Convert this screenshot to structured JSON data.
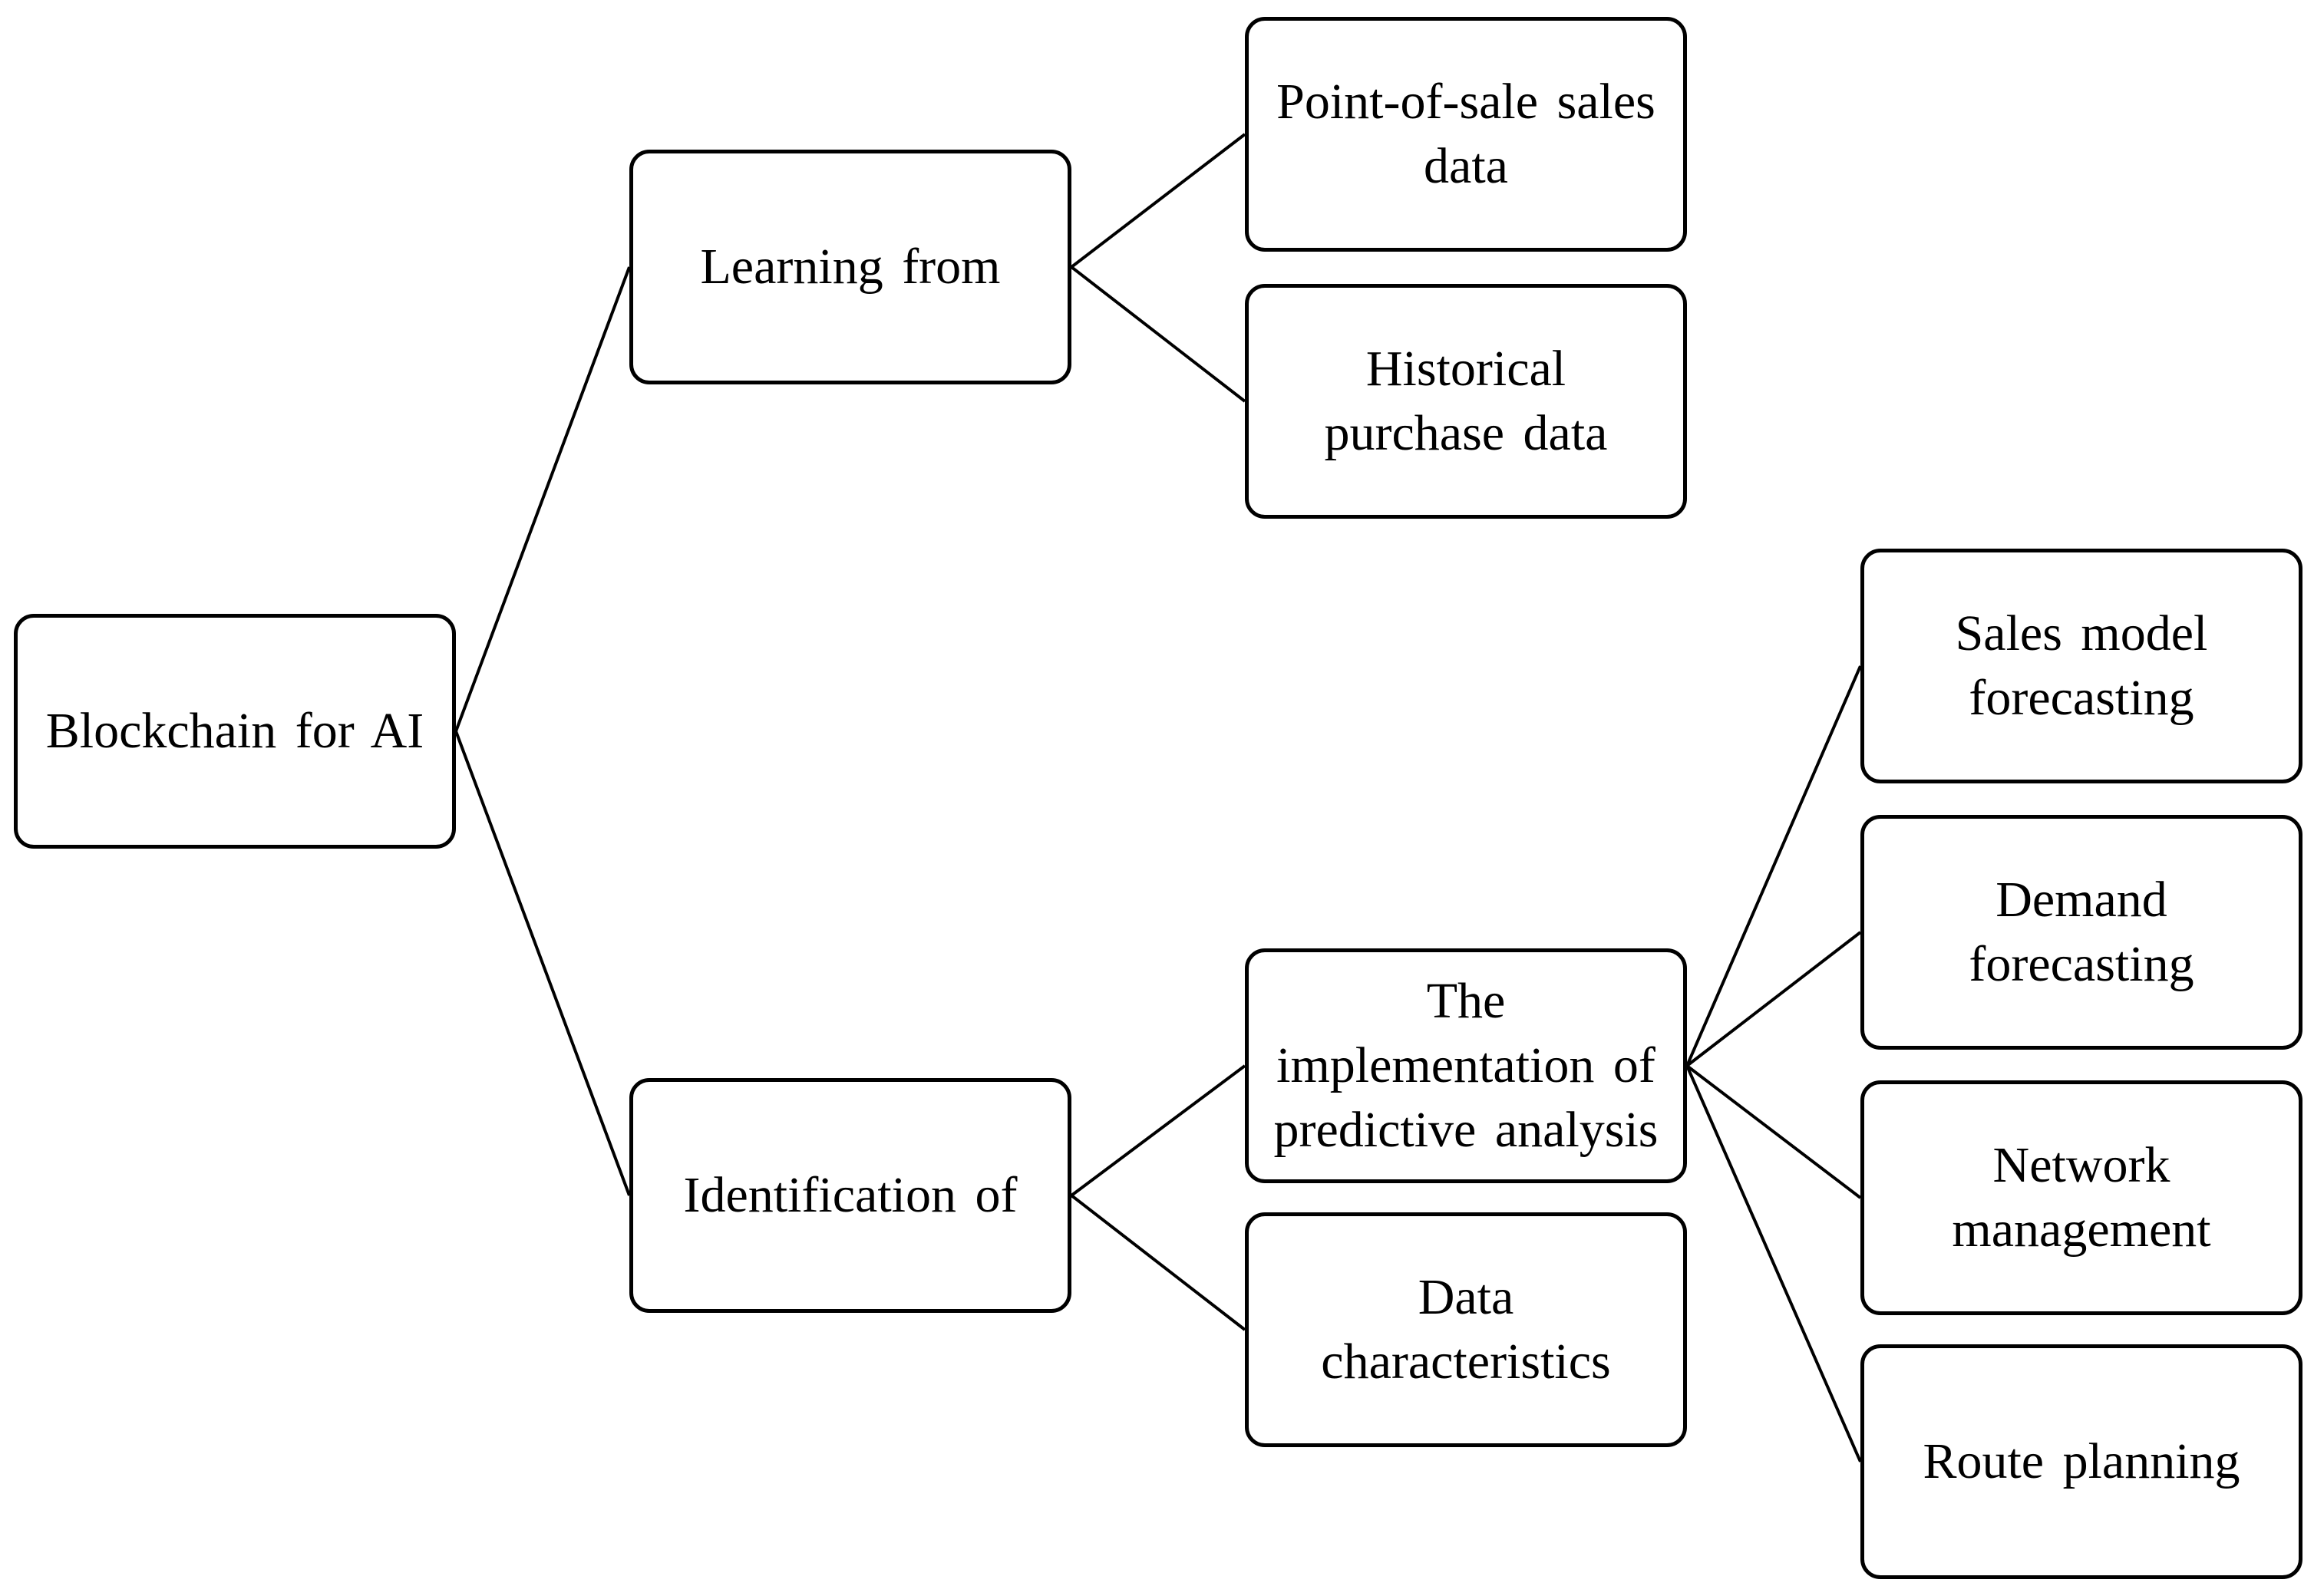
{
  "diagram": {
    "nodes": {
      "root": "Blockchain for AI",
      "learning_from": "Learning from",
      "identification_of": "Identification of",
      "pos_sales_data": "Point-of-sale sales\ndata",
      "historical_purchase_data": "Historical\npurchase data",
      "implementation_predictive": "The\nimplementation of\npredictive analysis",
      "data_characteristics": "Data\ncharacteristics",
      "sales_model_forecasting": "Sales model\nforecasting",
      "demand_forecasting": "Demand\nforecasting",
      "network_management": "Network\nmanagement",
      "route_planning": "Route planning"
    },
    "edges": [
      [
        "root",
        "learning_from"
      ],
      [
        "root",
        "identification_of"
      ],
      [
        "learning_from",
        "pos_sales_data"
      ],
      [
        "learning_from",
        "historical_purchase_data"
      ],
      [
        "identification_of",
        "implementation_predictive"
      ],
      [
        "identification_of",
        "data_characteristics"
      ],
      [
        "implementation_predictive",
        "sales_model_forecasting"
      ],
      [
        "implementation_predictive",
        "demand_forecasting"
      ],
      [
        "implementation_predictive",
        "network_management"
      ],
      [
        "implementation_predictive",
        "route_planning"
      ]
    ]
  }
}
